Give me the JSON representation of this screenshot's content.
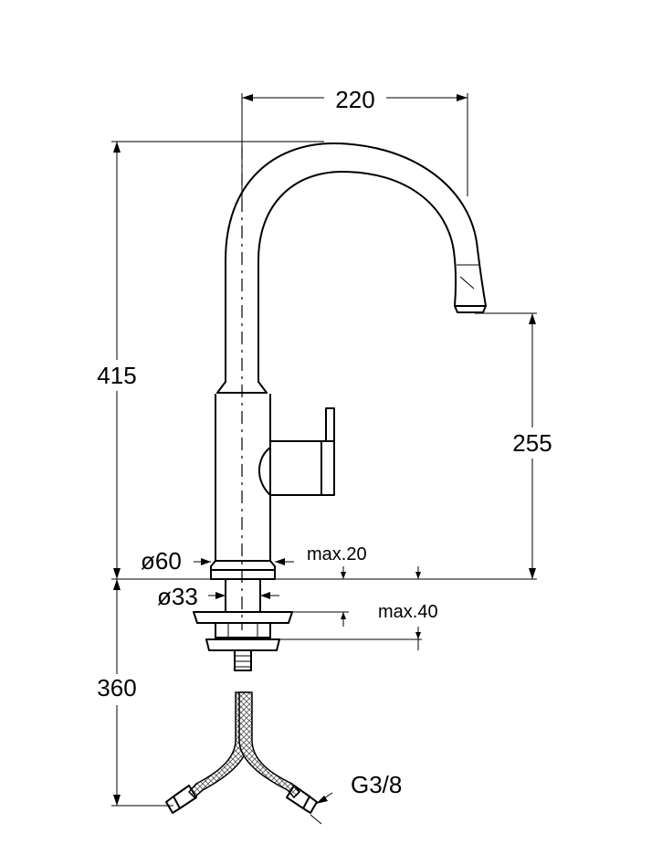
{
  "dimensions": {
    "spout_reach": "220",
    "total_height": "415",
    "spout_height": "255",
    "base_diameter": "ø60",
    "shank_diameter": "ø33",
    "max_deck_thickness_a": "max.20",
    "max_deck_thickness_b": "max.40",
    "hose_length": "360",
    "thread": "G3/8"
  },
  "colors": {
    "line": "#000000",
    "background": "#ffffff"
  }
}
